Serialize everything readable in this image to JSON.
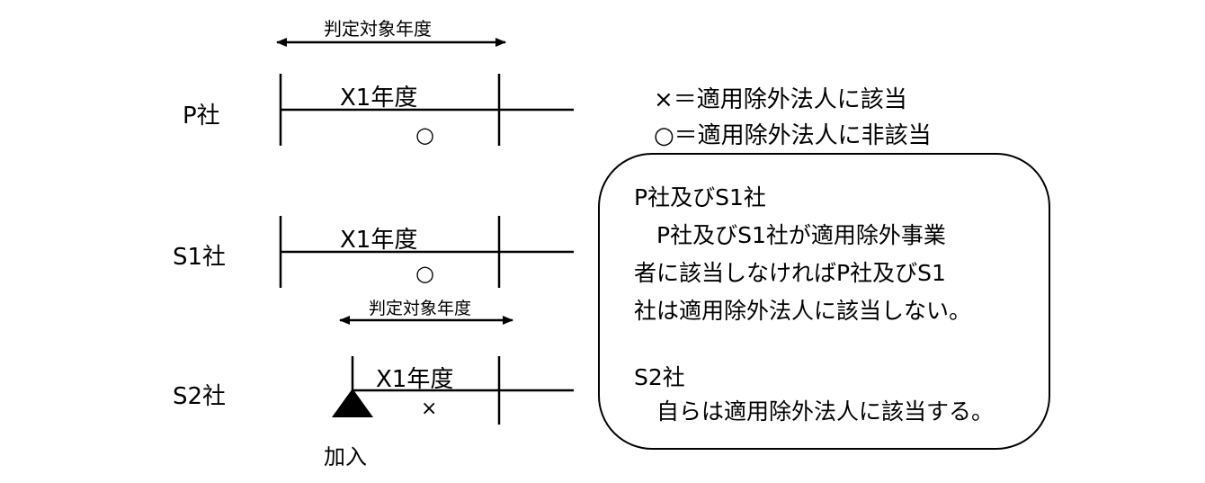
{
  "period_label_top": "判定対象年度",
  "period_label_s2": "判定対象年度",
  "companies": {
    "p": {
      "name": "P社",
      "year": "X1年度",
      "mark": "○"
    },
    "s1": {
      "name": "S1社",
      "year": "X1年度",
      "mark": "○"
    },
    "s2": {
      "name": "S2社",
      "year": "X1年度",
      "mark": "×",
      "event": "加入"
    }
  },
  "legend": [
    "×＝適用除外法人に該当",
    "○＝適用除外法人に非該当"
  ],
  "note_box": {
    "lines": [
      "P社及びS1社",
      "　P社及びS1社が適用除外事業",
      "者に該当しなければP社及びS1",
      "社は適用除外法人に該当しない。",
      "",
      "S2社",
      "　自らは適用除外法人に該当する。"
    ]
  }
}
